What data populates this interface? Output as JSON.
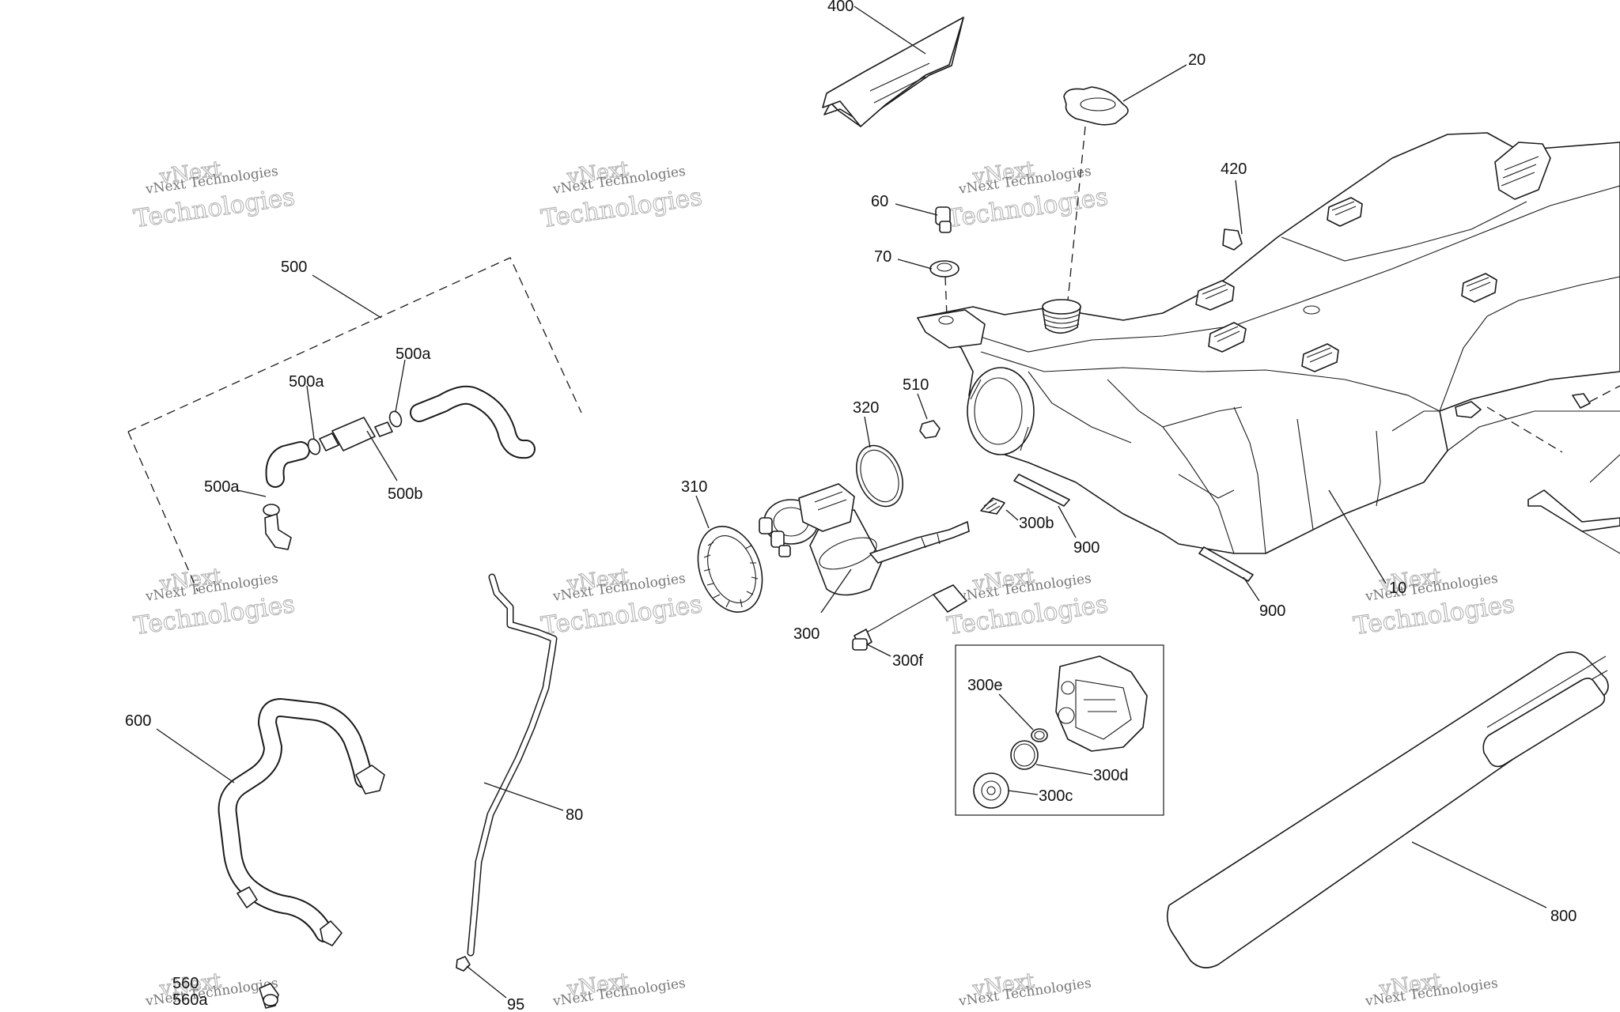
{
  "watermark": {
    "line1": "vNext Technologies",
    "line2": "Technologies",
    "line3": "vNext"
  },
  "callouts": {
    "c400": "400",
    "c20": "20",
    "c420": "420",
    "c60": "60",
    "c70": "70",
    "c500": "500",
    "c500a_1": "500a",
    "c500a_2": "500a",
    "c500a_3": "500a",
    "c500b": "500b",
    "c510": "510",
    "c320": "320",
    "c310": "310",
    "c300b": "300b",
    "c900_1": "900",
    "c900_2": "900",
    "c10": "10",
    "c300": "300",
    "c300f": "300f",
    "c300e": "300e",
    "c300d": "300d",
    "c300c": "300c",
    "c600": "600",
    "c80": "80",
    "c800": "800",
    "c560": "560",
    "c560a": "560a",
    "c95": "95"
  }
}
